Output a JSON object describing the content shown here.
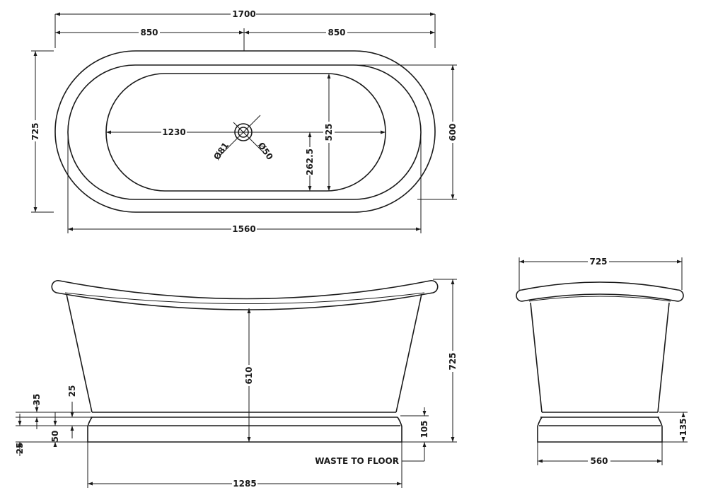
{
  "plan_view": {
    "overall_length": "1700",
    "half_left": "850",
    "half_right": "850",
    "overall_width": "725",
    "rim_width": "600",
    "basin_length": "1230",
    "basin_width": "525",
    "basin_half_width": "262.5",
    "waste_outer": "Ø81",
    "waste_inner": "Ø50",
    "inner_length": "1560"
  },
  "side_view": {
    "height": "725",
    "inner_depth": "610",
    "plinth_a": "35",
    "plinth_b": "25",
    "plinth_c": "25",
    "plinth_d": "50",
    "waste_height": "105",
    "waste_label": "WASTE TO FLOOR",
    "base_length": "1285"
  },
  "end_view": {
    "width": "725",
    "plinth_height": "135",
    "base_width": "560"
  }
}
